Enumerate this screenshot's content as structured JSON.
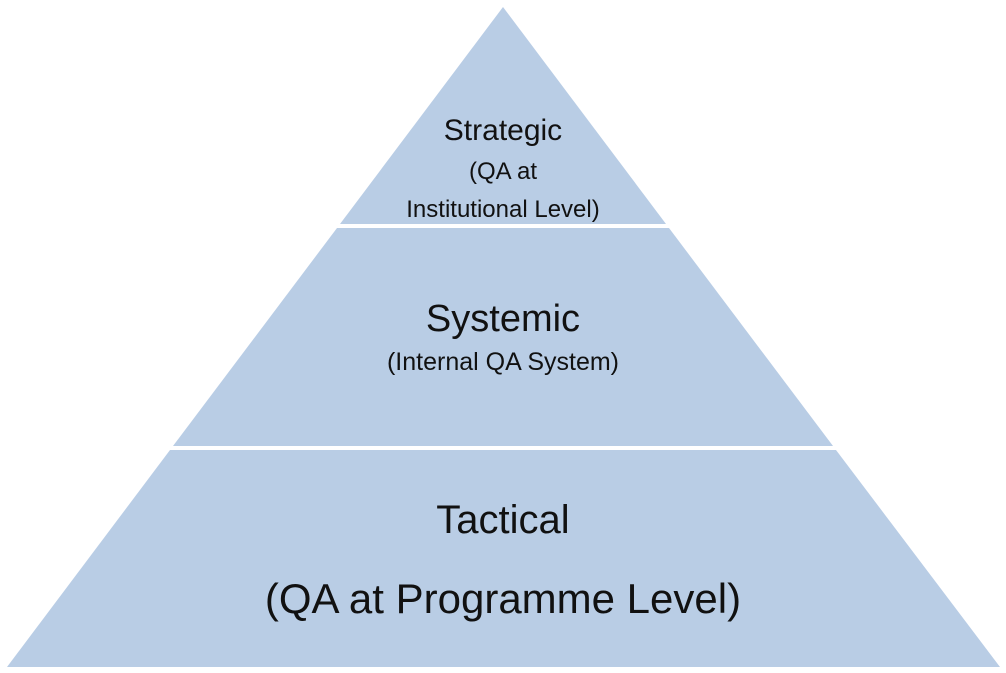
{
  "fill_color": "#b9cde5",
  "levels": [
    {
      "title": "Strategic",
      "subtitle_line1": "(QA at",
      "subtitle_line2": "Institutional Level)"
    },
    {
      "title": "Systemic",
      "subtitle": "(Internal QA System)"
    },
    {
      "title": "Tactical",
      "subtitle": "(QA at Programme Level)"
    }
  ]
}
